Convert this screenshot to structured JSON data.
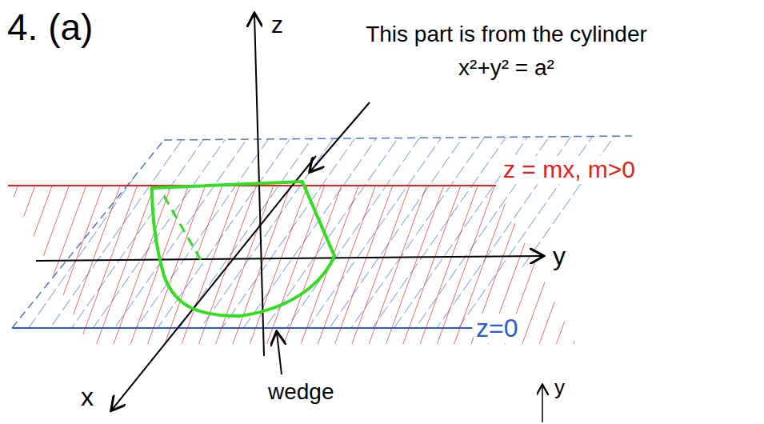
{
  "diagram": {
    "labels": [
      "4. (a)",
      "z",
      "This part is from the cylinder x²+y² = a²",
      "z = mx, m>0",
      "y",
      "z=0",
      "x",
      "wedge",
      "y"
    ]
  }
}
